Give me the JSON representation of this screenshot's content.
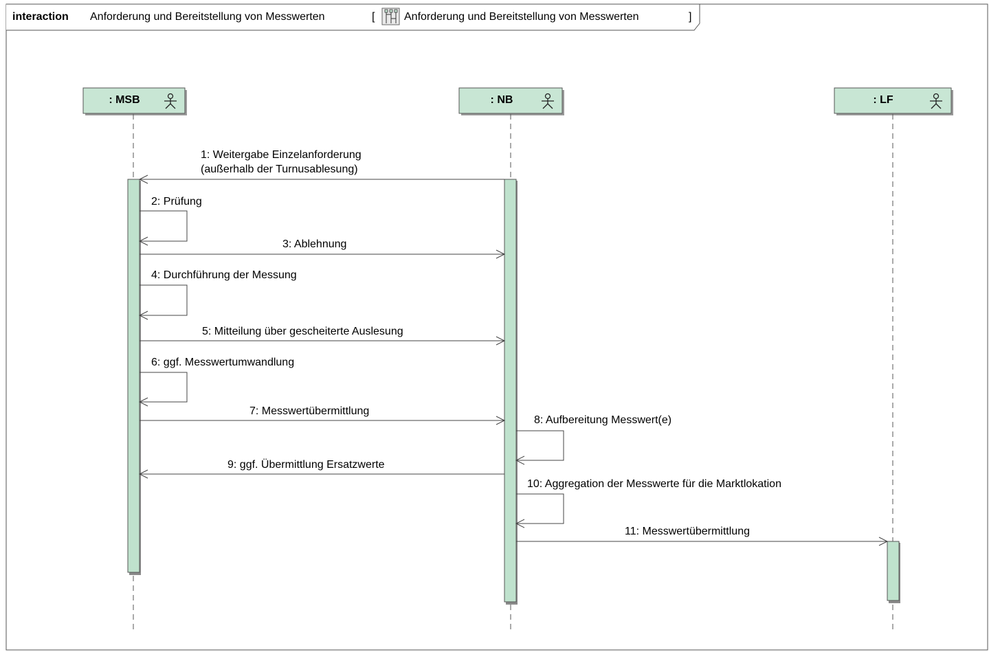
{
  "frame": {
    "keyword": "interaction",
    "name": "Anforderung und Bereitstellung von Messwerten",
    "bracket_open": "[",
    "ref_name": "Anforderung und Bereitstellung von Messwerten",
    "bracket_close": "]",
    "ref_icon": "interaction-diagram-icon"
  },
  "lifelines": [
    {
      "id": "msb",
      "label": ": MSB",
      "icon": "actor-icon"
    },
    {
      "id": "nb",
      "label": ": NB",
      "icon": "actor-icon"
    },
    {
      "id": "lf",
      "label": ": LF",
      "icon": "actor-icon"
    }
  ],
  "messages": [
    {
      "number": 1,
      "label_lines": [
        "1: Weitergabe Einzelanforderung",
        "(außerhalb der Turnusablesung)"
      ],
      "from": "nb",
      "to": "msb"
    },
    {
      "number": 2,
      "label_lines": [
        "2: Prüfung"
      ],
      "from": "msb",
      "to": "msb"
    },
    {
      "number": 3,
      "label_lines": [
        "3: Ablehnung"
      ],
      "from": "msb",
      "to": "nb"
    },
    {
      "number": 4,
      "label_lines": [
        "4: Durchführung der Messung"
      ],
      "from": "msb",
      "to": "msb"
    },
    {
      "number": 5,
      "label_lines": [
        "5: Mitteilung über gescheiterte Auslesung"
      ],
      "from": "msb",
      "to": "nb"
    },
    {
      "number": 6,
      "label_lines": [
        "6: ggf. Messwertumwandlung"
      ],
      "from": "msb",
      "to": "msb"
    },
    {
      "number": 7,
      "label_lines": [
        "7: Messwertübermittlung"
      ],
      "from": "msb",
      "to": "nb"
    },
    {
      "number": 8,
      "label_lines": [
        "8: Aufbereitung Messwert(e)"
      ],
      "from": "nb",
      "to": "nb"
    },
    {
      "number": 9,
      "label_lines": [
        "9: ggf. Übermittlung Ersatzwerte"
      ],
      "from": "nb",
      "to": "msb"
    },
    {
      "number": 10,
      "label_lines": [
        "10: Aggregation der Messwerte für die Marktlokation"
      ],
      "from": "nb",
      "to": "nb"
    },
    {
      "number": 11,
      "label_lines": [
        "11: Messwertübermittlung"
      ],
      "from": "nb",
      "to": "lf"
    }
  ],
  "colors": {
    "lifeline_fill": "#c8e6d4",
    "activation_fill": "#bfe2cd",
    "line": "#4a4a4a"
  }
}
